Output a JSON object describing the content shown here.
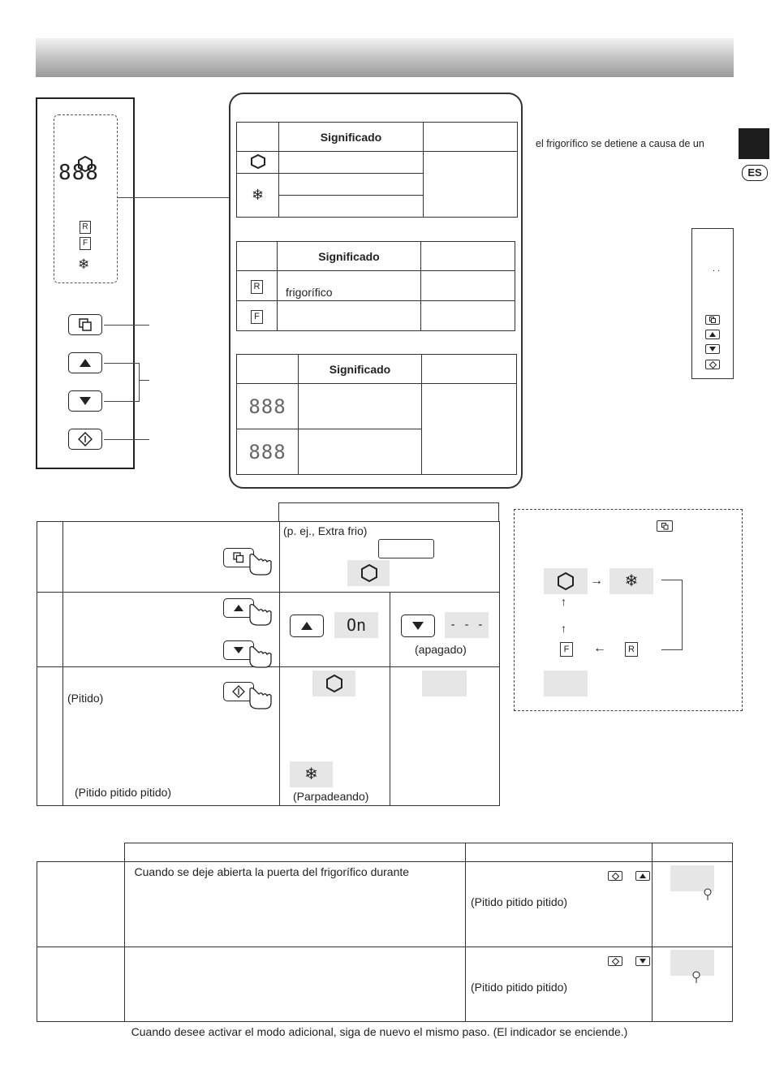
{
  "page": {
    "side_badge": "ES"
  },
  "panel": {
    "digits": "888",
    "label_R": "R",
    "label_F": "F"
  },
  "right_text": {
    "line1": "el frigorífico se detiene a causa de un",
    "dots": ". ."
  },
  "table1": {
    "header": "Significado"
  },
  "table2": {
    "header": "Significado",
    "row1_text": "frigorífico",
    "label_R": "R",
    "label_F": "F"
  },
  "table3": {
    "header": "Significado"
  },
  "steps": {
    "example": "(p. ej., Extra frio)",
    "apagado": "(apagado)",
    "on_text": "On",
    "off_text": "- - -",
    "pitido": "(Pitido)",
    "pitido_triple": "(Pitido pitido pitido)",
    "parpadeando": "(Parpadeando)"
  },
  "cycle": {
    "label_F": "F",
    "label_R": "R"
  },
  "bottom": {
    "row1_text": "Cuando se deje abierta la puerta del frigorífico durante",
    "row1_beep": "(Pitido pitido pitido)",
    "row2_beep": "(Pitido pitido pitido)",
    "footer": "Cuando desee activar el modo adicional, siga de nuevo el mismo paso. (El indicador se enciende.)"
  },
  "colors": {
    "accent_dark": "#1d1d1d",
    "grey_fill": "#e6e6e6"
  }
}
